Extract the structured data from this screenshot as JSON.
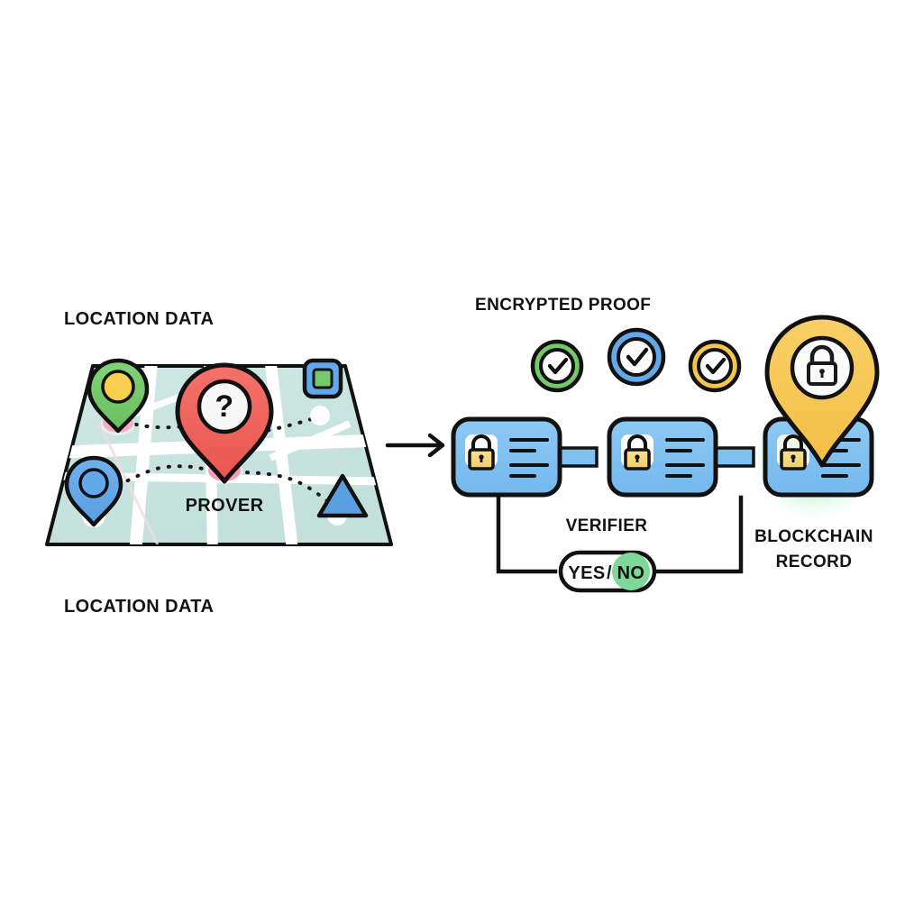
{
  "figure": {
    "type": "diagram",
    "title_visible": false,
    "background": "#ffffff",
    "description_topic": "zero-knowledge location proof flow"
  },
  "labels": {
    "location_data_top": "LOCATION DATA",
    "location_data_bottom": "LOCATION DATA",
    "prover": "PROVER",
    "encrypted_proof": "ENCRYPTED PROOF",
    "verifier": "VERIFIER",
    "blockchain_record": "BLOCKCHAIN RECORD",
    "blockchain_record_line1": "BLOCKCHAIN",
    "blockchain_record_line2": "RECORD",
    "yes": "YES",
    "slash": "/",
    "no": "NO",
    "question_mark": "?"
  },
  "map": {
    "name": "location-map",
    "shape": "trapezoid",
    "fill": "#c8e4e1",
    "road_color": "#ffffff",
    "outline": "#111111",
    "markers": [
      {
        "name": "pin-green-yellow",
        "type": "map-pin",
        "body_color": "#74c96a",
        "inner_color": "#f7cf4f",
        "dot_color": "#ef6a8c"
      },
      {
        "name": "pin-red-question",
        "type": "map-pin-question",
        "body_color": "#f0625c",
        "inner_color": "#f5f5f5",
        "dot_color": "#ef5f88",
        "glyph": "?"
      },
      {
        "name": "pin-blue",
        "type": "map-pin",
        "body_color": "#62a8ec",
        "inner_color": "#62a8ec",
        "dot_color": "#ffffff"
      },
      {
        "name": "marker-square-green",
        "type": "square",
        "outer_color": "#62a8ec",
        "inner_color": "#74c96a"
      },
      {
        "name": "marker-triangle-blue",
        "type": "triangle",
        "color": "#5b9fe3"
      },
      {
        "name": "marker-dot-white",
        "type": "circle",
        "color": "#ffffff"
      }
    ],
    "connection_style": "dotted"
  },
  "flow_arrow": {
    "name": "flow-arrow",
    "direction": "right",
    "color": "#111111"
  },
  "encrypted_proof": {
    "checks": [
      {
        "name": "check-circle-green",
        "color": "#74c96a",
        "glyph": "check"
      },
      {
        "name": "check-circle-blue",
        "color": "#62a8ec",
        "glyph": "check"
      },
      {
        "name": "check-circle-yellow",
        "color": "#f5c64e",
        "glyph": "check"
      }
    ]
  },
  "blockchain": {
    "block_fill": "#7fc0f2",
    "block_stroke": "#111111",
    "lock_color": "#f5d97a",
    "link_color": "#7fc0f2",
    "highlight_glow": "#aeebc3",
    "blocks": [
      {
        "name": "blockchain-block-1",
        "icon": "lock-icon",
        "lines": 4
      },
      {
        "name": "blockchain-block-2",
        "icon": "lock-icon",
        "lines": 4
      },
      {
        "name": "blockchain-block-3",
        "icon": "lock-icon",
        "lines": 4,
        "highlighted": true
      }
    ]
  },
  "verifier": {
    "toggle": {
      "name": "yes-no-toggle",
      "left_option": "YES",
      "right_option": "NO",
      "selected": "NO",
      "selected_highlight": "#7ed89a",
      "pill_fill": "#ffffff",
      "pill_stroke": "#111111"
    },
    "bracket_color": "#111111"
  },
  "pin_lock": {
    "name": "blockchain-location-pin",
    "body_color": "#f5c64e",
    "inner_circle": "#ffffff",
    "lock_icon": "lock-icon",
    "lock_color": "#1a1a1a"
  },
  "colors": {
    "green": "#74c96a",
    "blue": "#62a8ec",
    "yellow": "#f5c64e",
    "red": "#f0625c",
    "teal": "#c8e4e1",
    "ink": "#111111",
    "white": "#ffffff"
  }
}
